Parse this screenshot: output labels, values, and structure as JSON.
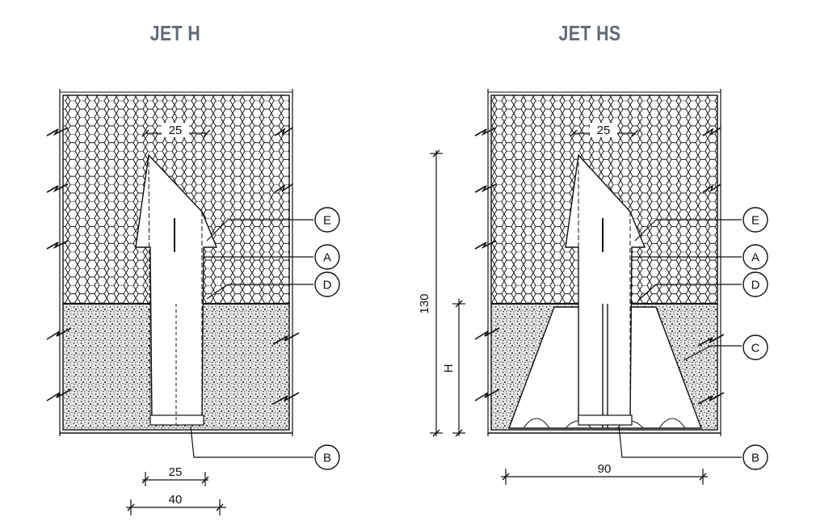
{
  "titles": {
    "left": "JET H",
    "right": "JET HS"
  },
  "left_detail": {
    "dim_top": "25",
    "dim_bottom_inner": "25",
    "dim_bottom_outer": "40",
    "callouts": [
      "E",
      "A",
      "D",
      "B"
    ]
  },
  "right_detail": {
    "dim_top": "25",
    "dim_height_total": "130",
    "dim_height_h": "H",
    "dim_base": "90",
    "callouts": [
      "E",
      "A",
      "D",
      "C",
      "B"
    ]
  },
  "colors": {
    "title": "#5f6b77",
    "line": "#111111"
  }
}
